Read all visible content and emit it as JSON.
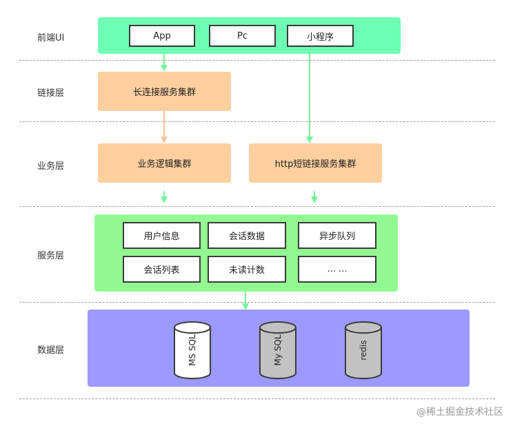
{
  "layers": {
    "frontend": "前端UI",
    "connection": "链接层",
    "business": "业务层",
    "service": "服务层",
    "data": "数据层"
  },
  "frontend": {
    "items": [
      "App",
      "Pc",
      "小程序"
    ]
  },
  "connection": {
    "cluster": "长连接服务集群"
  },
  "business": {
    "logic": "业务逻辑集群",
    "http": "http短链接服务集群"
  },
  "service": {
    "items": [
      "用户信息",
      "会话数据",
      "异步队列",
      "会话列表",
      "未读计数",
      "... ..."
    ]
  },
  "data": {
    "dbs": [
      "MS SQL",
      "My SQL",
      "redis"
    ]
  },
  "watermark": "@稀土掘金技术社区",
  "colors": {
    "green": "#6dffb4",
    "light_green": "#92f891",
    "orange": "#ffcf9f",
    "purple": "#9c99ff",
    "arrow_green": "#77f29d",
    "arrow_orange": "#f5c299"
  }
}
